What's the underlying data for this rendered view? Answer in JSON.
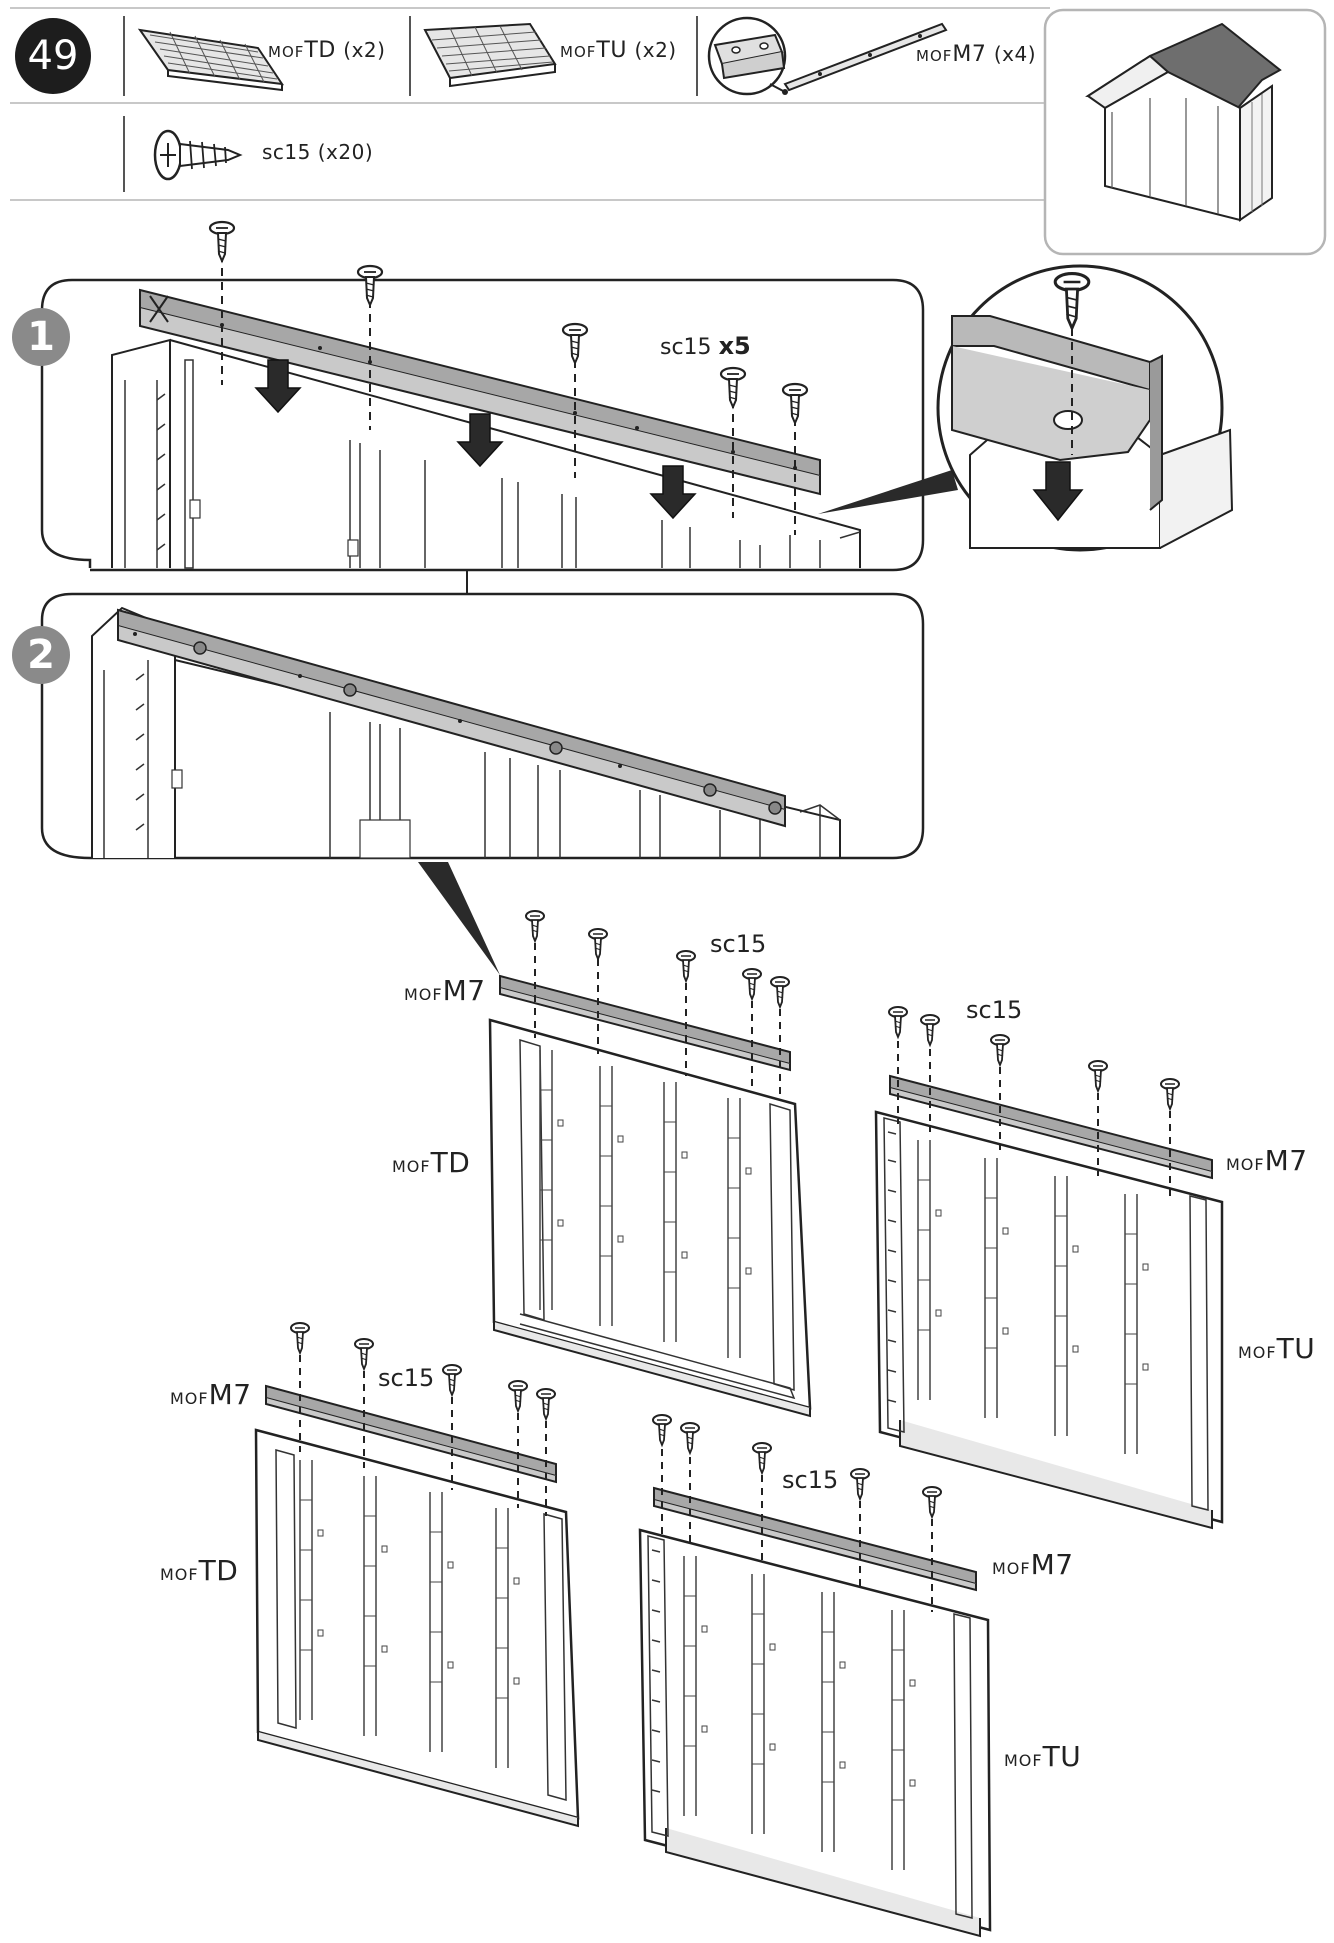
{
  "step_number": "49",
  "parts": [
    {
      "prefix": "MOF",
      "code": "TD",
      "qty": "(x2)"
    },
    {
      "prefix": "MOF",
      "code": "TU",
      "qty": "(x2)"
    },
    {
      "prefix": "MOF",
      "code": "M7",
      "qty": "(x4)"
    },
    {
      "prefix": "",
      "code": "sc15",
      "qty": "(x20)"
    }
  ],
  "sub_steps": [
    "1",
    "2"
  ],
  "screw_callout": {
    "code": "sc15",
    "qty": "x5"
  },
  "assembly_labels": {
    "screw": "sc15",
    "rail_prefix": "MOF",
    "rail_code": "M7",
    "panel_td_prefix": "MOF",
    "panel_td_code": "TD",
    "panel_tu_prefix": "MOF",
    "panel_tu_code": "TU"
  }
}
